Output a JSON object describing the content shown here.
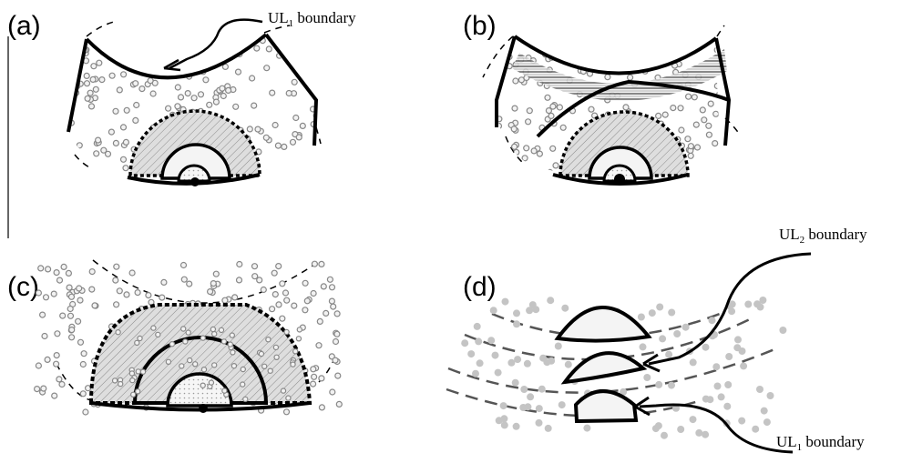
{
  "figure": {
    "panels": [
      {
        "id": "a",
        "label": "(a)"
      },
      {
        "id": "b",
        "label": "(b)"
      },
      {
        "id": "c",
        "label": "(c)"
      },
      {
        "id": "d",
        "label": "(d)"
      }
    ],
    "annotations": {
      "a_ul1": {
        "prefix": "UL",
        "sub": "1",
        "suffix": " boundary"
      },
      "d_ul2": {
        "prefix": "UL",
        "sub": "2",
        "suffix": " boundary"
      },
      "d_ul1": {
        "prefix": "UL",
        "sub": "1",
        "suffix": " boundary"
      }
    },
    "colors": {
      "stroke": "#000000",
      "particle_edge": "#888888",
      "particle_fill": "#f2f2f2",
      "solid_particle": "#c4c4c4",
      "hatch_fill": "#dcdcdc",
      "lens_fill": "#f4f4f4"
    }
  }
}
